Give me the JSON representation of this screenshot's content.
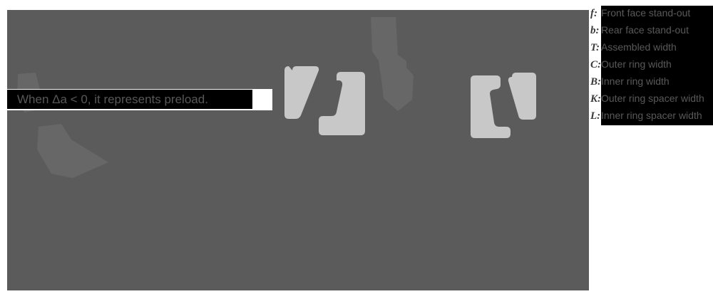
{
  "canvas": {
    "background_color": "#5b5b5b",
    "page_background_color": "#ffffff"
  },
  "caption": {
    "text": "When Δa < 0, it represents preload.",
    "band_color": "#ffffff",
    "highlight_color": "#000000",
    "text_color": "#585858"
  },
  "legend": {
    "backdrop_color": "#000000",
    "symbol_color": "#3a3a3a",
    "description_color": "#595959",
    "items": [
      {
        "symbol": "f:",
        "description": "Front face stand-out"
      },
      {
        "symbol": "b:",
        "description": "Rear face stand-out"
      },
      {
        "symbol": "T:",
        "description": "Assembled width"
      },
      {
        "symbol": "C:",
        "description": "Outer ring width"
      },
      {
        "symbol": "B:",
        "description": "Inner ring width"
      },
      {
        "symbol": "K:",
        "description": "Outer ring spacer width"
      },
      {
        "symbol": "L:",
        "description": "Inner ring spacer width"
      }
    ]
  },
  "diagram": {
    "light_part_color": "#c8c8c8",
    "dark_part_color": "#676767",
    "parts": [
      {
        "name": "outer-ring-left-upper",
        "tone": "light"
      },
      {
        "name": "outer-ring-left-lower",
        "tone": "light"
      },
      {
        "name": "inner-ring-left",
        "tone": "light"
      },
      {
        "name": "outer-ring-right",
        "tone": "light"
      },
      {
        "name": "inner-ring-right",
        "tone": "light"
      },
      {
        "name": "shaft-shadow-upper",
        "tone": "dark"
      },
      {
        "name": "housing-shadow-mid",
        "tone": "dark"
      },
      {
        "name": "housing-shadow-lower",
        "tone": "dark"
      },
      {
        "name": "spacer-shadow-left",
        "tone": "dark"
      }
    ]
  }
}
